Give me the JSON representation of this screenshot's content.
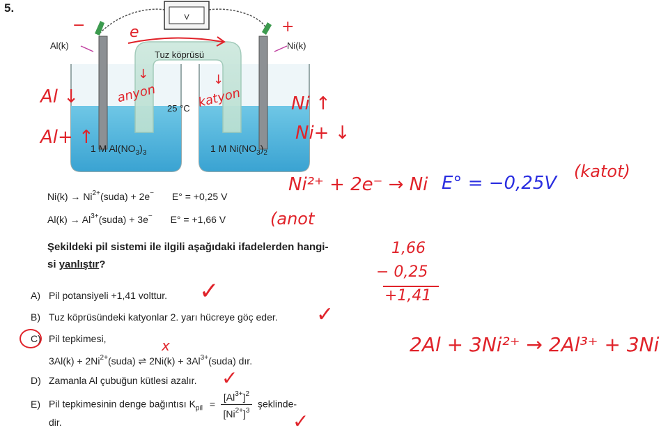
{
  "question_number": "5.",
  "figure": {
    "left_electrode": "Al(k)",
    "right_electrode": "Ni(k)",
    "salt_bridge": "Tuz köprüsü",
    "temperature": "25 °C",
    "left_solution": "1 M Al(NO",
    "left_solution_sub1": "3",
    "left_solution_sub2": "3",
    "right_solution": "1 M Ni(NO",
    "right_solution_sub1": "3",
    "right_solution_sub2": "2",
    "voltmeter": "V"
  },
  "equations": {
    "eq1_left": "Ni(k) → Ni",
    "eq1_sup": "2+",
    "eq1_right": "(suda) + 2e",
    "eq1_e_sup": "−",
    "eq1_potential": "E° = +0,25 V",
    "eq2_left": "Al(k) → Al",
    "eq2_sup": "3+",
    "eq2_right": "(suda) + 3e",
    "eq2_e_sup": "−",
    "eq2_potential": "E° = +1,66 V"
  },
  "stem": {
    "line1": "Şekildeki pil sistemi ile ilgili aşağıdaki ifadelerden hangi-",
    "line2_prefix": "si ",
    "line2_underlined": "yanlıştır",
    "line2_suffix": "?"
  },
  "options": {
    "a_letter": "A)",
    "a_text": "Pil potansiyeli +1,41 volttur.",
    "b_letter": "B)",
    "b_text": "Tuz köprüsündeki katyonlar 2. yarı hücreye göç eder.",
    "c_letter": "C)",
    "c_text": "Pil tepkimesi,",
    "c_eq_1": "3Al(k) + 2Ni",
    "c_eq_sup1": "2+",
    "c_eq_2": "(suda) ⇌ 2Ni(k) + 3Al",
    "c_eq_sup2": "3+",
    "c_eq_3": "(suda) dır.",
    "d_letter": "D)",
    "d_text": "Zamanla Al çubuğun kütlesi azalır.",
    "e_letter": "E)",
    "e_text": "Pil tepkimesinin denge bağıntısı K",
    "e_sub": "pil",
    "e_eq": "=",
    "e_num": "[Al",
    "e_num_sup": "3+",
    "e_num_end": "]",
    "e_num_exp": "2",
    "e_den": "[Ni",
    "e_den_sup": "2+",
    "e_den_end": "]",
    "e_den_exp": "3",
    "e_tail": "şeklinde-",
    "e_line2": "dir."
  },
  "handwriting": {
    "minus": "−",
    "plus": "+",
    "e_top": "e",
    "al_down": "Al ↓",
    "al_plus_up": "Al+ ↑",
    "anyon": "anyon",
    "katyon": "katyon",
    "ni_up": "Ni ↑",
    "ni_plus_down": "Ni+ ↓",
    "reaction1": "Ni²⁺ + 2e⁻ → Ni",
    "potential": "E° = −0,25V",
    "katot": "(katot)",
    "anot": "(anot",
    "calc1": "1,66",
    "calc2": "− 0,25",
    "calc3": "+1,41",
    "overall": "2Al + 3Ni²⁺ → 2Al³⁺ + 3Ni",
    "check": "✓",
    "cross": "x"
  }
}
